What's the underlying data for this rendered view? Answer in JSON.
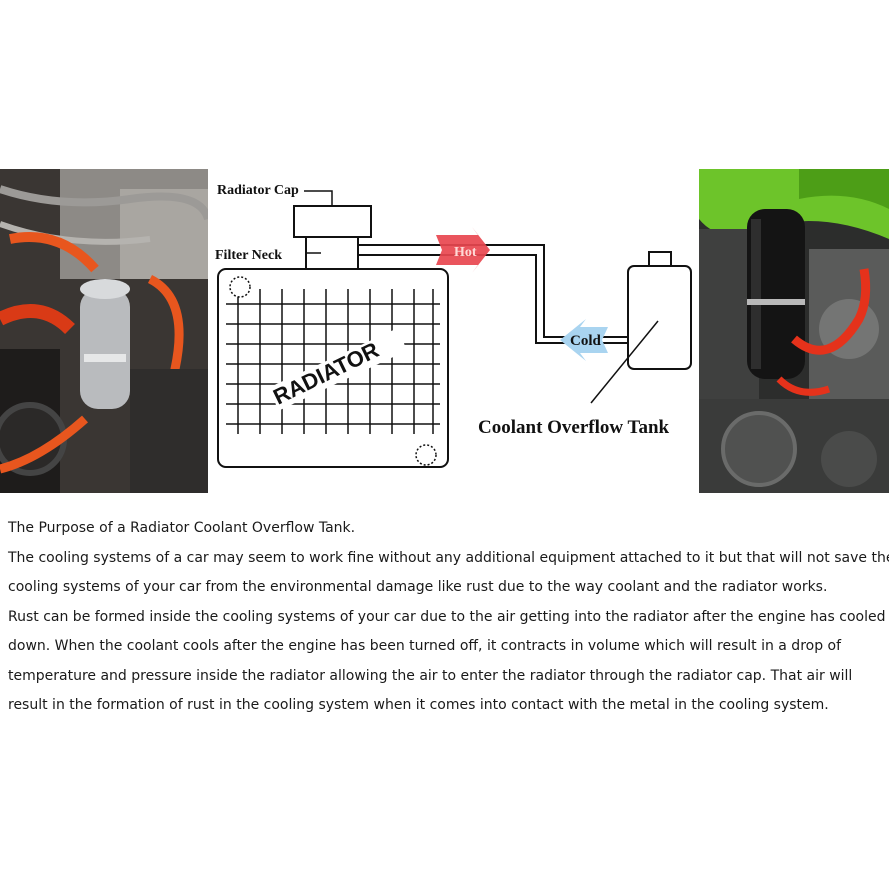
{
  "diagram": {
    "labels": {
      "radiator_cap": "Radiator Cap",
      "filter_neck": "Filter Neck",
      "radiator": "RADIATOR",
      "hot": "Hot",
      "cold": "Cold",
      "overflow_tank": "Coolant Overflow Tank"
    },
    "colors": {
      "hot_arrow": "#e8474f",
      "cold_arrow": "#a9d4f0",
      "line": "#111111"
    }
  },
  "text": {
    "title": "The Purpose of a Radiator Coolant Overflow Tank.",
    "lines": [
      "The cooling systems of a car may seem to work fine without any additional equipment attached to it but that will not save the",
      "cooling systems of your car from the environmental damage like rust due to the way coolant and the radiator works.",
      "Rust can be formed inside the cooling systems of your car due to the air getting into the radiator after the engine has cooled",
      "down. When the coolant cools after the engine has been turned off, it contracts in volume which will result in a drop of",
      "temperature and pressure inside the radiator allowing the air to enter the radiator through the radiator cap. That air will",
      "result in the formation of rust in the cooling system when it comes into contact with the metal in the cooling system."
    ]
  }
}
